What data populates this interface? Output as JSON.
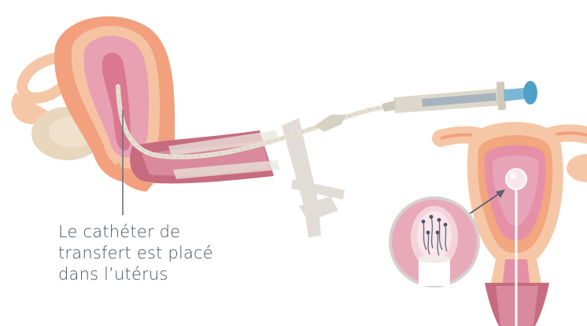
{
  "caption": {
    "lines": [
      "Le cathéter de",
      "transfert est placé",
      "dans l’utérus"
    ]
  },
  "colors": {
    "uterus_outer": "#f2a07e",
    "uterus_wall": "#f6c3a2",
    "uterus_lining": "#e88fa6",
    "uterus_cavity": "#d86d8c",
    "vagina": "#b95a6f",
    "ovary": "#ead8c0",
    "ovary_dark": "#d9c3a6",
    "speculum": "#dcd8cf",
    "catheter": "#e9e4d8",
    "syringe_plunger": "#5fa9cd",
    "caption_text": "#4a4f63"
  }
}
